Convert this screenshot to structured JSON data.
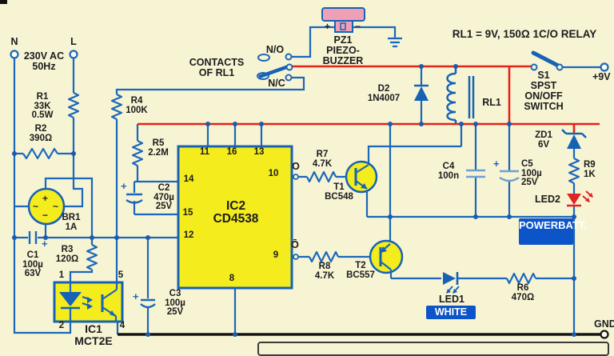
{
  "note": "RL1 = 9V, 150Ω 1C/O RELAY",
  "mains": {
    "n": "N",
    "l": "L",
    "voltage": "230V AC",
    "freq": "50Hz"
  },
  "resistors": {
    "r1": {
      "ref": "R1",
      "v1": "33K",
      "v2": "0.5W"
    },
    "r2": {
      "ref": "R2",
      "v1": "390Ω"
    },
    "r3": {
      "ref": "R3",
      "v1": "120Ω"
    },
    "r4": {
      "ref": "R4",
      "v1": "100K"
    },
    "r5": {
      "ref": "R5",
      "v1": "2.2M"
    },
    "r6": {
      "ref": "R6",
      "v1": "470Ω"
    },
    "r7": {
      "ref": "R7",
      "v1": "4.7K"
    },
    "r8": {
      "ref": "R8",
      "v1": "4.7K"
    },
    "r9": {
      "ref": "R9",
      "v1": "1K"
    }
  },
  "capacitors": {
    "c1": {
      "ref": "C1",
      "v1": "100µ",
      "v2": "63V",
      "plus": "+"
    },
    "c2": {
      "ref": "C2",
      "v1": "470µ",
      "v2": "25V",
      "plus": "+"
    },
    "c3": {
      "ref": "C3",
      "v1": "100µ",
      "v2": "25V",
      "plus": "+"
    },
    "c4": {
      "ref": "C4",
      "v1": "100n"
    },
    "c5": {
      "ref": "C5",
      "v1": "100µ",
      "v2": "25V",
      "plus": "+"
    }
  },
  "semis": {
    "br1": {
      "ref": "BR1",
      "v": "1A",
      "plus": "+",
      "minus": "−",
      "ac": "~"
    },
    "d2": {
      "ref": "D2",
      "v": "1N4007"
    },
    "zd1": {
      "ref": "ZD1",
      "v": "6V"
    },
    "t1": {
      "ref": "T1",
      "v": "BC548"
    },
    "t2": {
      "ref": "T2",
      "v": "BC557"
    },
    "led1": {
      "ref": "LED1"
    },
    "led2": {
      "ref": "LED2"
    }
  },
  "ics": {
    "ic1": {
      "ref": "IC1",
      "part": "MCT2E",
      "pins": {
        "p1": "1",
        "p2": "2",
        "p4": "4",
        "p5": "5"
      }
    },
    "ic2": {
      "ref": "IC2",
      "part": "CD4538",
      "pins": {
        "p8": "8",
        "p9": "9",
        "p10": "10",
        "p11": "11",
        "p12": "12",
        "p13": "13",
        "p14": "14",
        "p15": "15",
        "p16": "16"
      },
      "out_q": "O",
      "out_qbar": "Ō"
    }
  },
  "relay": {
    "contacts_line1": "CONTACTS",
    "contacts_line2": "OF RL1",
    "no": "N/O",
    "nc": "N/C",
    "coil": "RL1"
  },
  "buzzer": {
    "ref": "PZ1",
    "line1": "PIEZO-",
    "line2": "BUZZER",
    "plus": "+",
    "minus": "−"
  },
  "switch": {
    "ref": "S1",
    "l1": "SPST",
    "l2": "ON/OFF",
    "l3": "SWITCH"
  },
  "rails": {
    "plus9": "+9V",
    "gnd": "GND"
  },
  "badges": {
    "power1": "POWER",
    "power2": "BATT.",
    "white": "WHITE"
  },
  "colors": {
    "wire": "#1b67bb",
    "rail_red": "#e42318",
    "component_yellow": "#f4ec1c",
    "buzzer_pink": "#f0a0b6",
    "badge_blue": "#0c55c9",
    "led_red": "#e02424",
    "background": "#f7f4d4"
  }
}
